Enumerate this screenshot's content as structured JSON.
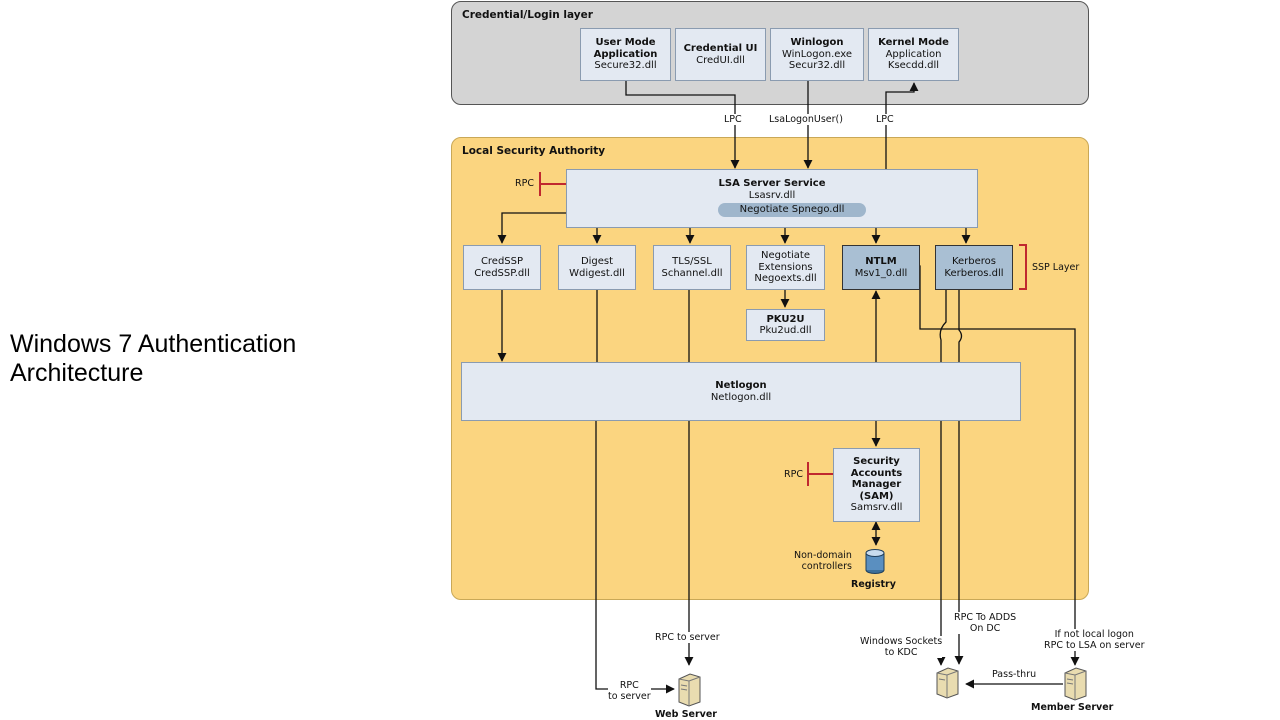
{
  "slide_title": [
    "Windows 7 Authentication",
    "Architecture"
  ],
  "credential_layer": {
    "title": "Credential/Login layer",
    "boxes": [
      {
        "bold": "User Mode Application",
        "lines": [
          "Secure32.dll"
        ]
      },
      {
        "bold": "Credential UI",
        "lines": [
          "CredUI.dll"
        ]
      },
      {
        "bold": "Winlogon",
        "lines": [
          "WinLogon.exe",
          "Secur32.dll"
        ]
      },
      {
        "bold": "Kernel Mode",
        "lines": [
          "Application",
          "Ksecdd.dll"
        ]
      }
    ]
  },
  "lsa": {
    "title": "Local Security Authority",
    "server": {
      "bold": "LSA Server Service",
      "line": "Lsasrv.dll"
    },
    "negotiate": "Negotiate Spnego.dll",
    "ssps": [
      {
        "name": "CredSSP",
        "dll": "CredSSP.dll",
        "highlight": false
      },
      {
        "name": "Digest",
        "dll": "Wdigest.dll",
        "highlight": false
      },
      {
        "name": "TLS/SSL",
        "dll": "Schannel.dll",
        "highlight": false
      },
      {
        "name": "Negotiate Extensions",
        "dll": "Negoexts.dll",
        "highlight": false
      },
      {
        "name": "NTLM",
        "dll": "Msv1_0.dll",
        "highlight": true
      },
      {
        "name": "Kerberos",
        "dll": "Kerberos.dll",
        "highlight": true
      }
    ],
    "pku2u": {
      "bold": "PKU2U",
      "line": "Pku2ud.dll"
    },
    "ssp_layer": "SSP Layer",
    "netlogon": {
      "bold": "Netlogon",
      "line": "Netlogon.dll"
    },
    "sam": {
      "bold": [
        "Security",
        "Accounts",
        "Manager",
        "(SAM)"
      ],
      "line": "Samsrv.dll"
    },
    "rpc": "RPC",
    "non_domain": [
      "Non-domain",
      "controllers"
    ],
    "registry": "Registry"
  },
  "connectors": {
    "lpc_left": "LPC",
    "lsa_logon": "LsaLogonUser()",
    "lpc_right": "LPC"
  },
  "outside": {
    "rpc_to_server_mid": "RPC to server",
    "rpc_to_server_left": [
      "RPC",
      "to server"
    ],
    "web_server": "Web Server",
    "windows_sockets": [
      "Windows Sockets",
      "to KDC"
    ],
    "rpc_adds": [
      "RPC To ADDS",
      "On DC"
    ],
    "if_not_local": [
      "If not local logon",
      "RPC to LSA  on server"
    ],
    "pass_thru": "Pass-thru",
    "member_server": "Member Server"
  },
  "colors": {
    "lsa_panel": "#fbd580",
    "credential_panel": "#d4d4d4",
    "box_fill": "#e3e9f2",
    "highlight_fill": "#a9bfd3",
    "rpc_red": "#c0282f"
  }
}
